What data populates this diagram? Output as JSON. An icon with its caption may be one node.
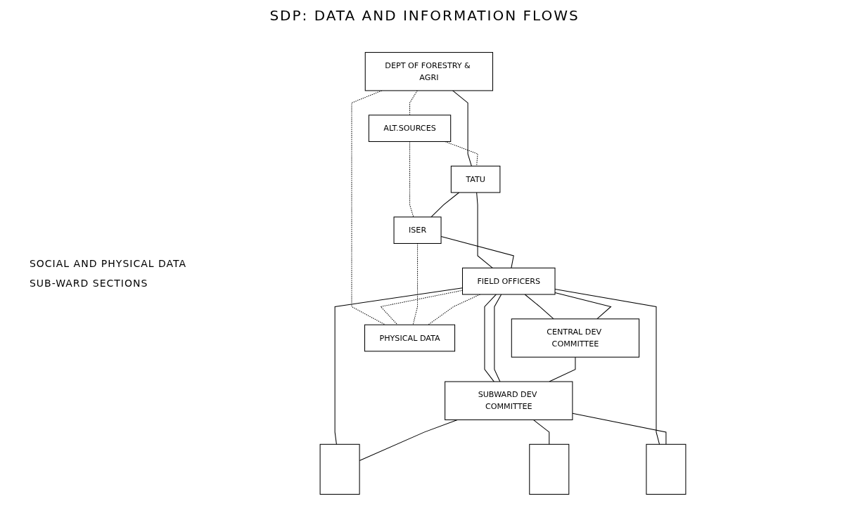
{
  "diagram": {
    "title": "SDP: DATA AND INFORMATION FLOWS",
    "nodes": [
      {
        "text": [
          "DEPT OF FORESTRY & AGRI"
        ]
      },
      {
        "text": [
          "ALT.SOURCES"
        ]
      },
      {
        "text": [
          "TATU"
        ]
      },
      {
        "text": [
          "ISER"
        ]
      },
      {
        "text": [
          "FIELD OFFICERS"
        ]
      },
      {
        "text": [
          "CENTRAL DEV COMMITTEE"
        ]
      },
      {
        "text": [
          "SUBWARD DEV COMMITTEE"
        ]
      },
      {
        "text": [],
        "shape": "box"
      },
      {
        "text": [],
        "shape": "box"
      },
      {
        "text": [],
        "shape": "box"
      },
      {
        "text": [
          "PHYSICAL DATA"
        ]
      }
    ],
    "edges": [
      {
        "from": 0,
        "to": 1,
        "arrow": "none",
        "style": "dashed"
      },
      {
        "from": 0,
        "to": 2,
        "arrow": "none"
      },
      {
        "from": 1,
        "to": 2,
        "arrow": "none",
        "style": "dashed"
      },
      {
        "from": 1,
        "to": 3,
        "arrow": "none",
        "style": "dashed"
      },
      {
        "from": 2,
        "to": 3,
        "arrow": "none"
      },
      {
        "from": 2,
        "to": 4,
        "arrow": "none"
      },
      {
        "from": 3,
        "to": 4,
        "arrow": "none"
      },
      {
        "from": 4,
        "to": 5,
        "arrow": "none"
      },
      {
        "from": 4,
        "to": 6,
        "arrow": "none"
      },
      {
        "from": 4,
        "to": 7,
        "arrow": "none"
      },
      {
        "from": 4,
        "to": 5,
        "arrow": "none"
      },
      {
        "from": 4,
        "to": 6,
        "arrow": "none"
      },
      {
        "from": 4,
        "to": 9,
        "arrow": "none"
      },
      {
        "from": 5,
        "to": 6,
        "arrow": "none"
      },
      {
        "from": 6,
        "to": 7,
        "arrow": "none"
      },
      {
        "from": 6,
        "to": 8,
        "arrow": "none"
      },
      {
        "from": 6,
        "to": 9,
        "arrow": "none"
      },
      {
        "from": 0,
        "to": 10,
        "arrow": "none",
        "style": "dashed"
      },
      {
        "from": 4,
        "to": 10,
        "arrow": "none",
        "style": "dashed"
      },
      {
        "from": 3,
        "to": 10,
        "arrow": "none",
        "style": "dashed"
      },
      {
        "from": 4,
        "to": 10,
        "arrow": "none",
        "style": "dashed"
      }
    ],
    "labels": [
      "SOCIAL AND PHYSICAL DATA",
      "SUB-WARD SECTIONS"
    ]
  }
}
